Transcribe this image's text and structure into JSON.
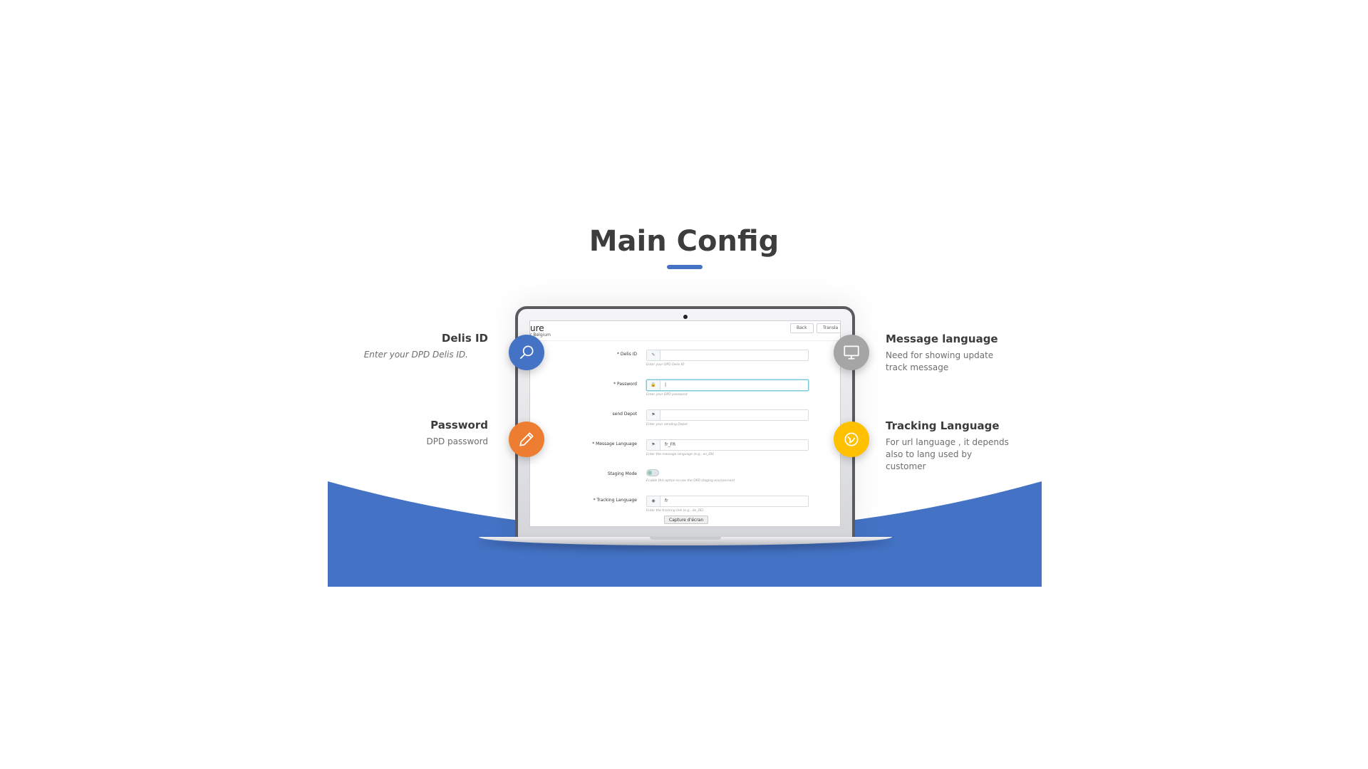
{
  "header": {
    "title": "Main Config"
  },
  "colors": {
    "accent": "#4472c4",
    "orange": "#ed7d31",
    "gray": "#a5a5a5",
    "yellow": "#ffc000"
  },
  "features": {
    "delis_id": {
      "title": "Delis ID",
      "desc": "Enter your DPD Delis ID.",
      "icon": "search-icon"
    },
    "password": {
      "title": "Password",
      "desc": "DPD password",
      "icon": "pencil-icon"
    },
    "message_language": {
      "title": "Message language",
      "desc": "Need for showing update track message",
      "icon": "monitor-icon"
    },
    "tracking_language": {
      "title": "Tracking Language",
      "desc": "For url language , it depends also to lang used by customer",
      "icon": "globe-icon"
    }
  },
  "screen": {
    "title": "ure",
    "subtitle": "r Belgium",
    "buttons": {
      "back": "Back",
      "translate": "Transla"
    },
    "fields": [
      {
        "label": "* Delis ID",
        "icon": "key-icon",
        "value": "",
        "help": "Enter your DPD Delis ID"
      },
      {
        "label": "* Password",
        "icon": "lock-icon",
        "value": "|",
        "help": "Enter your DPD password"
      },
      {
        "label": "send Depot",
        "icon": "flag-icon",
        "value": "",
        "help": "Enter your sending Depot"
      },
      {
        "label": "* Message Language",
        "icon": "flag-icon",
        "value": "fr_FR",
        "help": "Enter the message language (e.g., en_EN)"
      },
      {
        "label": "Staging Mode",
        "help": "Enable this option to use the DPD staging environment"
      },
      {
        "label": "* Tracking Language",
        "icon": "globe-icon",
        "value": "fr",
        "help": "Enter the tracking link (e.g., de_DE)"
      }
    ],
    "tooltip": "Capture d'écran"
  }
}
